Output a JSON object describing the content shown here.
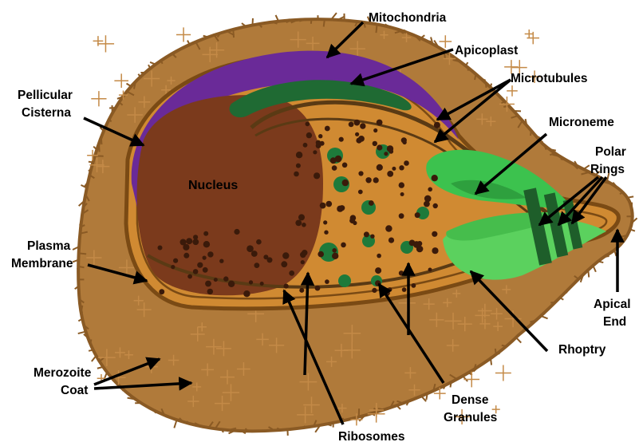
{
  "labels": {
    "mitochondria": "Mitochondria",
    "apicoplast": "Apicoplast",
    "microtubules": "Microtubules",
    "pellicular_1": "Pellicular",
    "pellicular_2": "Cisterna",
    "microneme": "Microneme",
    "polar_1": "Polar",
    "polar_2": "Rings",
    "nucleus": "Nucleus",
    "plasma_1": "Plasma",
    "plasma_2": "Membrane",
    "apical_1": "Apical",
    "apical_2": "End",
    "merozoite_1": "Merozoite",
    "merozoite_2": "Coat",
    "rhoptry": "Rhoptry",
    "dense_1": "Dense",
    "dense_2": "Granules",
    "ribosomes": "Ribosomes"
  },
  "colors": {
    "coat": "#B07A3A",
    "coat_dark": "#8A5A24",
    "cytoplasm": "#D08A32",
    "membrane": "#7A4A14",
    "nucleus": "#7B3A1C",
    "mitochondria": "#6A2A98",
    "apicoplast": "#1F6A33",
    "microneme": "#3CC24E",
    "rhoptry": "#5BD15E",
    "polar_rings": "#1E5E2A",
    "dense_granules": "#1E7A3A",
    "ribosomes": "#3A1A0A",
    "arrow": "#000000"
  }
}
